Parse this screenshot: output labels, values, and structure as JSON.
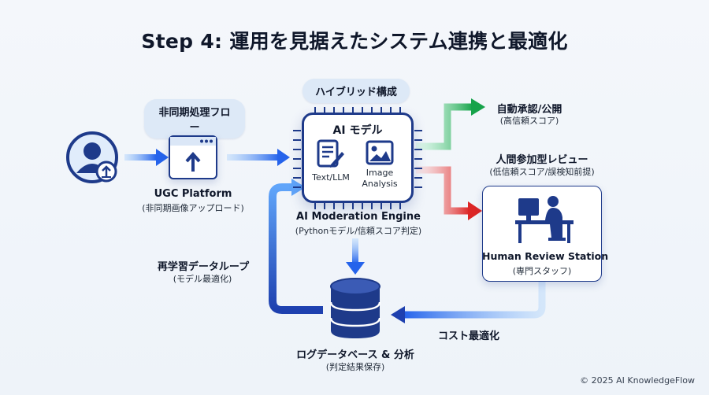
{
  "title": "Step 4: 運用を見据えたシステム連携と最適化",
  "pills": {
    "async_flow": "非同期処理フロー",
    "hybrid": "ハイブリッド構成"
  },
  "ugc": {
    "title": "UGC Platform",
    "subtitle": "(非同期画像アップロード)"
  },
  "engine": {
    "chip_title": "AI モデル",
    "text_llm": "Text/LLM",
    "image_analysis_1": "Image",
    "image_analysis_2": "Analysis",
    "title": "AI Moderation Engine",
    "subtitle": "(Pythonモデル/信頼スコア判定)"
  },
  "auto": {
    "title": "自動承認/公開",
    "subtitle": "(高信頼スコア)"
  },
  "human_loop": {
    "title": "人間参加型レビュー",
    "subtitle": "(低信頼スコア/誤検知前提)"
  },
  "station": {
    "title": "Human Review Station",
    "subtitle": "(専門スタッフ)"
  },
  "retrain": {
    "title": "再学習データループ",
    "subtitle": "(モデル最適化)"
  },
  "db": {
    "title": "ログデータベース & 分析",
    "subtitle": "(判定結果保存)"
  },
  "cost": "コスト最適化",
  "footer": "© 2025 AI KnowledgeFlow",
  "colors": {
    "navy": "#1e3a8a",
    "blue": "#2563eb",
    "green": "#22c55e",
    "red": "#ef4444"
  },
  "icons": [
    "user-upload-icon",
    "upload-window-icon",
    "document-edit-icon",
    "image-icon",
    "person-at-desk-icon",
    "database-icon"
  ]
}
